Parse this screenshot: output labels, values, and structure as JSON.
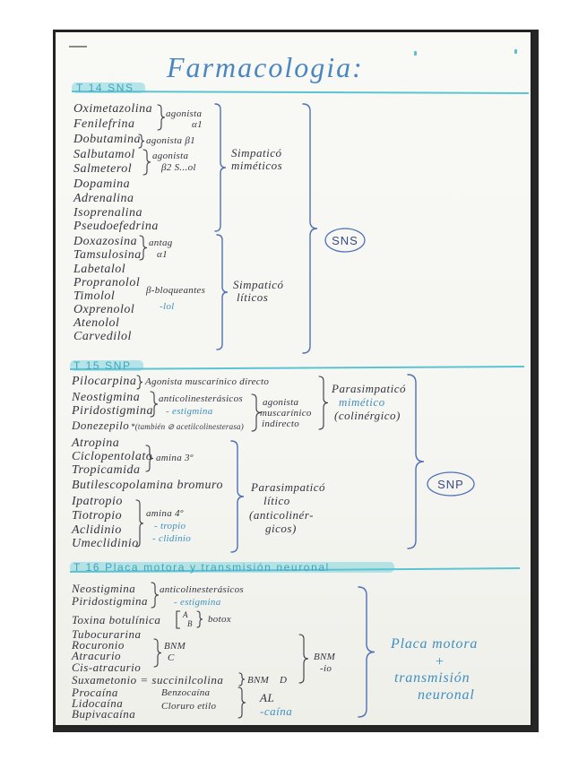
{
  "title": "Farmacologia:",
  "colors": {
    "ink": "#34343f",
    "blue_ink": "#3f8fbf",
    "teal_header": "#3aa6bd",
    "highlight": "#7fd3df",
    "brace_blue": "#4f6fb6",
    "paper": "#f7f7f3",
    "surface": "#262626"
  },
  "s1": {
    "header": "T 14 SNS",
    "agonists": [
      "Oximetazolina",
      "Fenilefrina",
      "Dobutamina",
      "Salbutamol",
      "Salmeterol",
      "Dopamina",
      "Adrenalina",
      "Isoprenalina",
      "Pseudoefedrina"
    ],
    "alpha1_note": [
      "agonista",
      "α1"
    ],
    "beta1_note": "agonista β1",
    "beta2_note": [
      "agonista",
      "β2 S...ol"
    ],
    "mimetic_group": [
      "Simpaticó",
      "miméticos"
    ],
    "antagonists": [
      "Doxazosina",
      "Tamsulosina",
      "Labetalol",
      "Propranolol",
      "Timolol",
      "Oxprenolol",
      "Atenolol",
      "Carvedilol"
    ],
    "alpha1_antag_note": [
      "antag",
      "α1"
    ],
    "beta_blocker_note": [
      "β-bloqueantes",
      "-lol"
    ],
    "lytic_group": [
      "Simpaticó",
      "líticos"
    ],
    "system": "SNS"
  },
  "s2": {
    "header": "T 15 SNP",
    "pilocarpina": "Pilocarpina",
    "direct_note": "Agonista muscarínico directo",
    "anticholinesterase": [
      "Neostigmina",
      "Piridostigmina"
    ],
    "anticholinesterase_note": [
      "anticolinesterásicos",
      "- estigmina"
    ],
    "donepezil": "Donezepilo",
    "donepezil_note": "*(también ⊘ acetilcolinesterasa)",
    "indirect_note": [
      "agonista",
      "muscarínico",
      "indirecto"
    ],
    "mimetic_group": [
      "Parasimpaticó",
      "mimético",
      "(colinérgico)"
    ],
    "tertiary": [
      "Atropina",
      "Ciclopentolato",
      "Tropicamida"
    ],
    "tertiary_note": "amina 3º",
    "butyl": "Butilescopolamina bromuro",
    "quaternary": [
      "Ipatropio",
      "Tiotropio",
      "Aclidinio",
      "Umeclidinio"
    ],
    "quaternary_note": [
      "amina 4º",
      "- tropio",
      "- clidinio"
    ],
    "lytic_group": [
      "Parasimpaticó",
      "lítico",
      "(anticolinér-",
      "gicos)"
    ],
    "system": "SNP"
  },
  "s3": {
    "header": "T 16 Placa motora y transmisión neuronal",
    "anticholinesterase": [
      "Neostigmina",
      "Piridostigmina"
    ],
    "anticholinesterase_note": [
      "anticolinesterásicos",
      "- estigmina"
    ],
    "toxin": "Toxina botulínica",
    "toxin_types": [
      "A",
      "B"
    ],
    "toxin_note": "botox",
    "nmb": [
      "Tubocurarina",
      "Rocuronio",
      "Atracurio",
      "Cis-atracurio"
    ],
    "nmb_note": [
      "BNM",
      "C"
    ],
    "sux": "Suxametonio = succinilcolina",
    "sux_note": [
      "BNM",
      "D"
    ],
    "nmb_group": [
      "BNM",
      "-io"
    ],
    "local_anesthetics": [
      "Procaína",
      "Lidocaína",
      "Bupivacaína"
    ],
    "local_anesthetics_2": [
      "Benzocaína",
      "Cloruro etilo"
    ],
    "la_note": [
      "AL",
      "-caína"
    ],
    "group": [
      "Placa motora",
      "+",
      "transmisión",
      "neuronal"
    ]
  }
}
